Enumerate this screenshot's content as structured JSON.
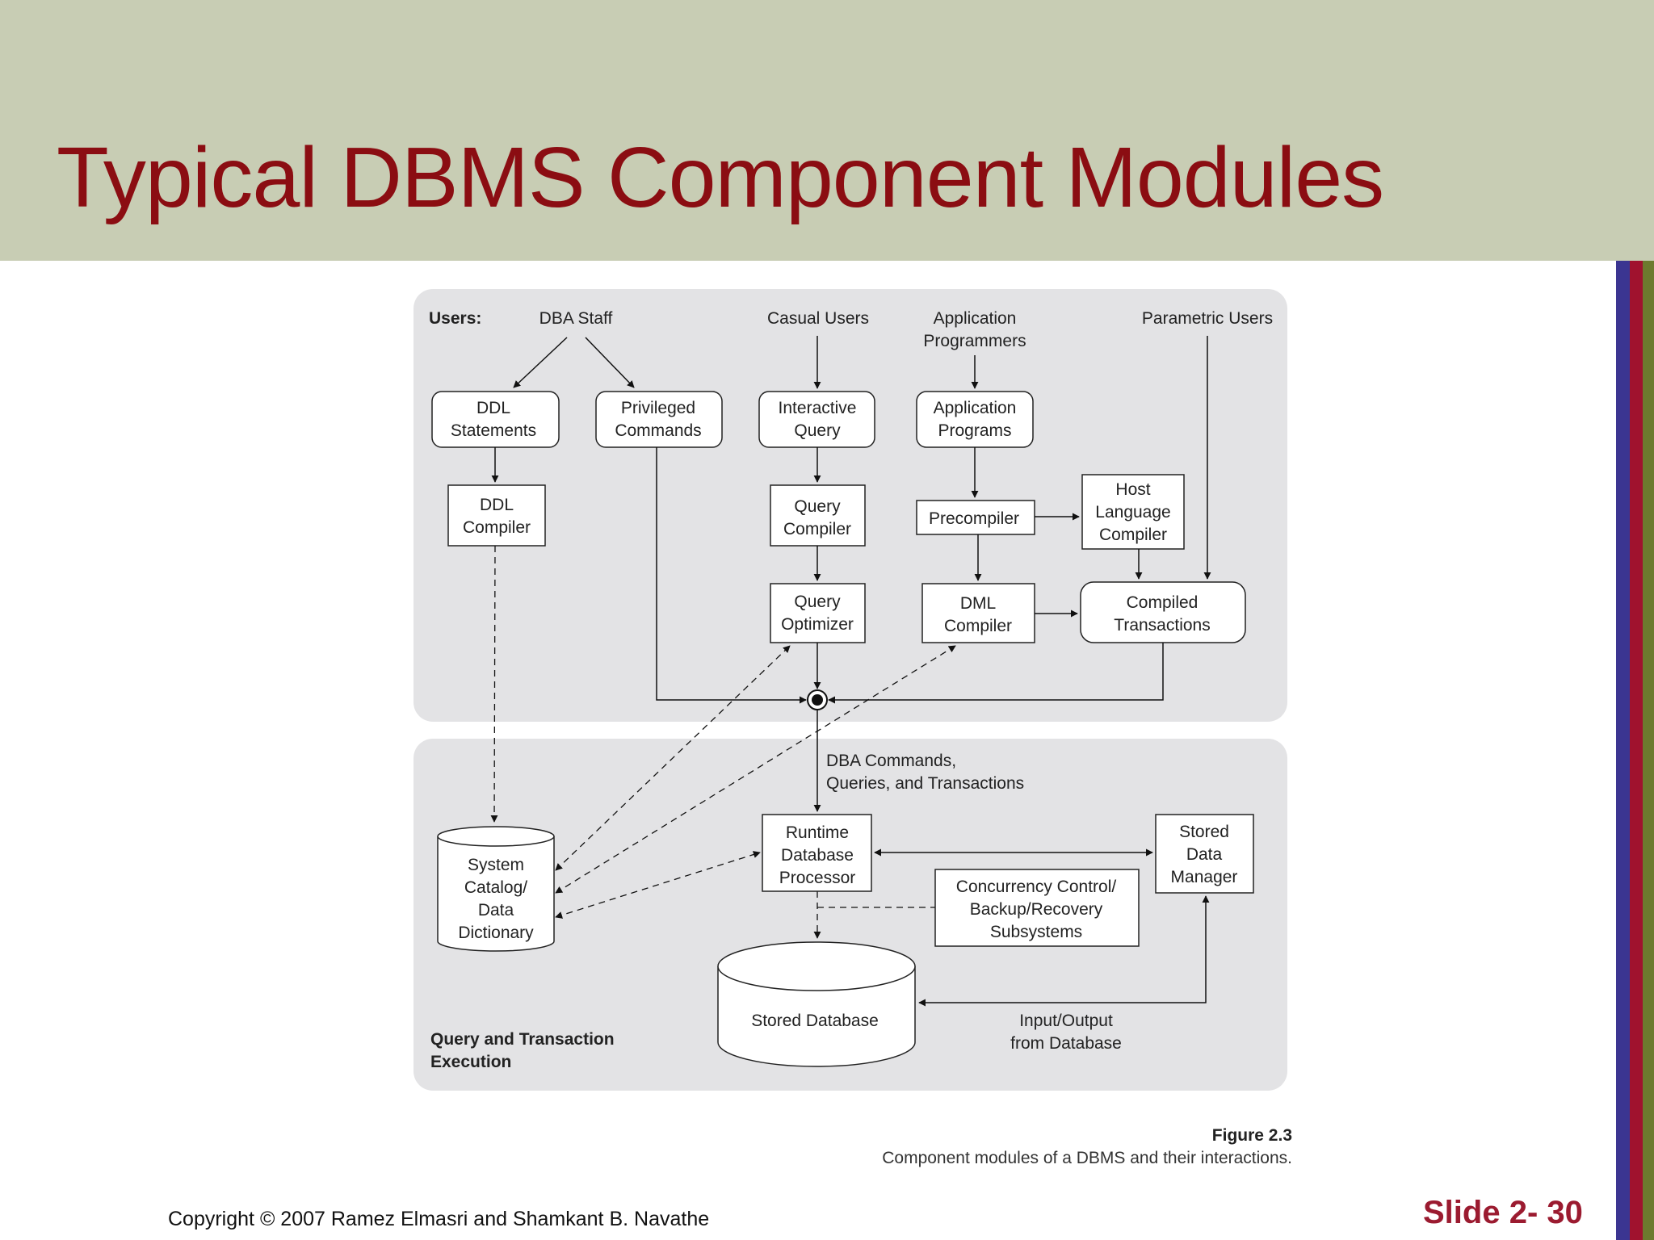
{
  "slide": {
    "title": "Typical DBMS Component Modules",
    "copyright": "Copyright © 2007 Ramez Elmasri and Shamkant B. Navathe",
    "slide_number": "Slide 2- 30",
    "colors": {
      "header_bg": "#c8cdb4",
      "title": "#8b0d12",
      "slide_number": "#9b1b30",
      "stripe_blue": "#3b3591",
      "stripe_red": "#a0122e",
      "stripe_olive": "#6d7a2e",
      "panel": "#e3e3e5"
    }
  },
  "figure": {
    "label": "Figure 2.3",
    "caption": "Component modules of a DBMS and their interactions."
  },
  "diagram": {
    "users_label": "Users:",
    "users": {
      "dba_staff": "DBA Staff",
      "casual_users": "Casual Users",
      "application_programmers": [
        "Application",
        "Programmers"
      ],
      "parametric_users": "Parametric Users"
    },
    "modules": {
      "ddl_statements": [
        "DDL",
        "Statements"
      ],
      "privileged_commands": [
        "Privileged",
        "Commands"
      ],
      "interactive_query": [
        "Interactive",
        "Query"
      ],
      "application_programs": [
        "Application",
        "Programs"
      ],
      "ddl_compiler": [
        "DDL",
        "Compiler"
      ],
      "query_compiler": [
        "Query",
        "Compiler"
      ],
      "precompiler": "Precompiler",
      "host_language_compiler": [
        "Host",
        "Language",
        "Compiler"
      ],
      "query_optimizer": [
        "Query",
        "Optimizer"
      ],
      "dml_compiler": [
        "DML",
        "Compiler"
      ],
      "compiled_transactions": [
        "Compiled",
        "Transactions"
      ],
      "runtime_database_processor": [
        "Runtime",
        "Database",
        "Processor"
      ],
      "stored_data_manager": [
        "Stored",
        "Data",
        "Manager"
      ],
      "concurrency_control": [
        "Concurrency Control/",
        "Backup/Recovery",
        "Subsystems"
      ],
      "system_catalog": [
        "System",
        "Catalog/",
        "Data",
        "Dictionary"
      ],
      "stored_database": "Stored Database"
    },
    "flow_label": [
      "DBA Commands,",
      "Queries, and Transactions"
    ],
    "io_label": [
      "Input/Output",
      "from Database"
    ],
    "execution_label": [
      "Query and Transaction",
      "Execution"
    ]
  }
}
